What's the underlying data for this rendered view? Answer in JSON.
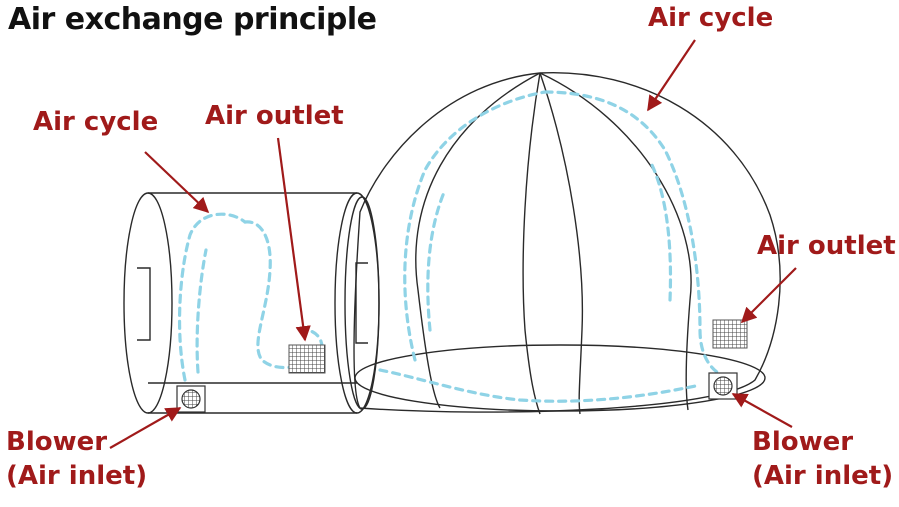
{
  "title": "Air exchange principle",
  "colors": {
    "label": "#a01a1a",
    "arrow": "#a01a1a",
    "outline": "#2a2a2a",
    "airflow": "#8fd3e6",
    "vent": "#555555"
  },
  "labels": {
    "air_cycle_top": "Air cycle",
    "air_cycle_left": "Air cycle",
    "air_outlet_left": "Air outlet",
    "air_outlet_right": "Air outlet",
    "blower_left_line1": "Blower",
    "blower_left_line2": "(Air inlet)",
    "blower_right_line1": "Blower",
    "blower_right_line2": "(Air inlet)"
  }
}
